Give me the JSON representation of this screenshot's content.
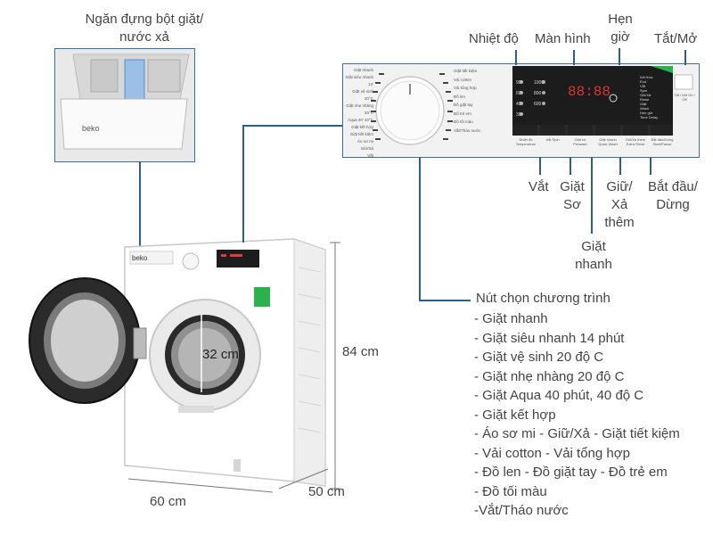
{
  "colors": {
    "accent": "#2f5d8a",
    "panel_border": "#3a6ea5",
    "display": "#1c1c1c",
    "green": "#2bb24c"
  },
  "callouts": {
    "drawer": [
      "Ngăn đựng bột giặt/",
      "nước xả"
    ],
    "temperature": "Nhiệt độ",
    "display": "Màn hình",
    "timer": [
      "Hẹn",
      "giờ"
    ],
    "power": "Tắt/Mở",
    "spin": "Vắt",
    "prewash": [
      "Giặt",
      "Sơ"
    ],
    "quick_wash": [
      "Giặt",
      "nhanh"
    ],
    "extra_rinse": [
      "Giữ/",
      "Xả",
      "thêm"
    ],
    "start_pause": [
      "Bắt đầu/",
      "Dừng"
    ]
  },
  "dimensions": {
    "height": "84 cm",
    "width": "60 cm",
    "depth": "50 cm",
    "drum": "32 cm"
  },
  "programs": {
    "title": "Nút chọn chương trình",
    "items": [
      " - Giặt nhanh",
      " - Giặt siêu nhanh 14 phút",
      " - Giặt vệ sinh 20 độ C",
      " - Giặt nhẹ nhàng 20 độ C",
      " - Giặt Aqua 40 phút, 40 độ C",
      " - Giặt kết hợp",
      " - Áo sơ mi - Giữ/Xả - Giặt tiết kiệm",
      " - Vải cotton - Vải tổng hợp",
      " - Đồ len - Đồ giặt tay - Đồ trẻ em",
      " - Đồ tối màu",
      " -Vắt/Tháo nước"
    ]
  },
  "panel": {
    "left_programs": [
      "Giặt nhanh",
      "Giặt siêu nhanh 14'",
      "Giặt vệ sinh 20°C",
      "Giặt nhẹ nhàng 20°C",
      "Aqua 40' 40°C",
      "Giặt kết hợp",
      "Giặt tiết kiệm",
      "Áo sơ mi",
      "Giữ/Xả",
      "Vắt"
    ],
    "right_programs": [
      "Giặt tiết kiệm",
      "Vải cotton",
      "Vải tổng hợp",
      "Đồ len",
      "Đồ giặt tay",
      "Đồ trẻ em",
      "Đồ tối màu",
      "Vắt/Tháo nước"
    ],
    "temps": [
      "90°",
      "60°",
      "40°",
      "30°"
    ],
    "spins": [
      "1000",
      "800",
      "600"
    ],
    "digits": "88:88",
    "right_status": [
      "Kết thúc",
      "End",
      "Vắt",
      "Spin",
      "Giũ/Xả",
      "Rinse",
      "Giặt",
      "Wash",
      "Hẹn giờ",
      "Time Delay"
    ],
    "buttons": [
      "Nhiệt độ Temperature",
      "Vắt Spin",
      "Giặt sơ Prewash",
      "Giặt nhanh Quick Wash",
      "Giũ/Xả thêm Extra Rinse",
      "Bắt đầu/Dừng Start/Pause"
    ],
    "power_label": "Tắt / Mở On / Off"
  },
  "machine": {
    "brand": "beko",
    "drawer_brand": "beko"
  }
}
